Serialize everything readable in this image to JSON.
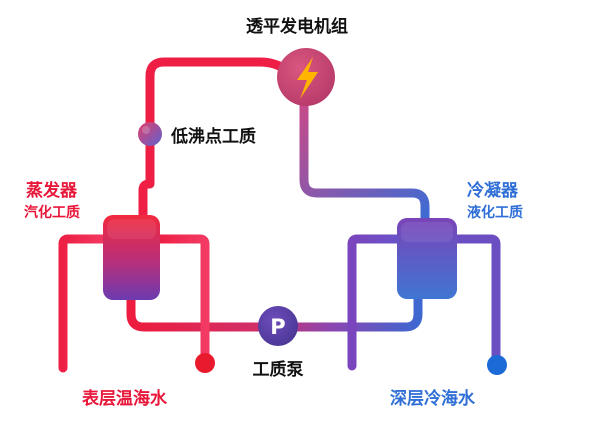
{
  "title": "透平发电机组",
  "labels": {
    "working_fluid": "低沸点工质",
    "evaporator": "蒸发器",
    "evaporator_sub": "汽化工质",
    "condenser": "冷凝器",
    "condenser_sub": "液化工质",
    "pump": "工质泵",
    "pump_symbol": "P",
    "surface_water": "表层温海水",
    "deep_water": "深层冷海水"
  },
  "colors": {
    "warm": "#e8173a",
    "cold": "#2f6fd6",
    "generator": "#c93c6f",
    "lightning": "#ffb400",
    "pump": "#5b3fa8",
    "dark_text": "#111111"
  }
}
